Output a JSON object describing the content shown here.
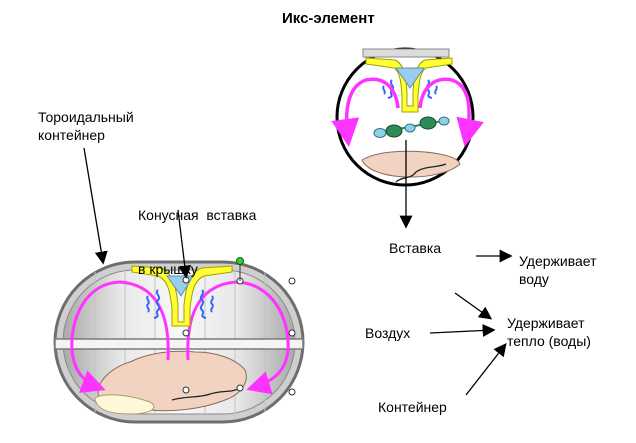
{
  "title": "Икс-элемент",
  "labels": {
    "toroidal_line1": "Тороидальный",
    "toroidal_line2": "контейнер",
    "cone_line1": "Конусная  вставка",
    "cone_line2": "в крышку",
    "insert": "Вставка",
    "holds_water_line1": "Удерживает",
    "holds_water_line2": "воду",
    "air": "Воздух",
    "holds_heat_line1": "Удерживает",
    "holds_heat_line2": "тепло (воды)",
    "container": "Контейнер"
  },
  "colors": {
    "arrow_flow": "#ff33ff",
    "cone_insert": "#ffff33",
    "cone_tip": "#99ccee",
    "squiggle": "#3366ff",
    "food": "#f2d2c0",
    "container_shell": "#d9d9d9",
    "container_rim": "#777777",
    "bead_green": "#2e8b57",
    "bead_blue": "#8fd0e8"
  }
}
